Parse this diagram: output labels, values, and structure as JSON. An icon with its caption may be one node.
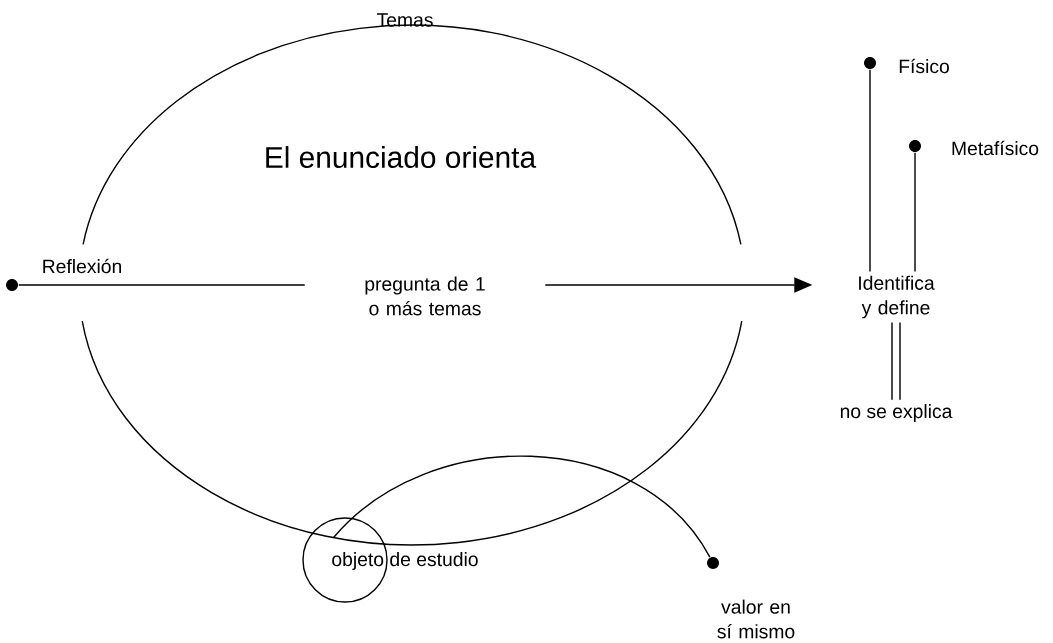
{
  "diagram": {
    "nodes": [
      {
        "text": [],
        "shape": "circle",
        "beside": [
          "Reflexión"
        ]
      },
      {
        "text": [
          "Identifica y define"
        ]
      },
      {
        "text": [],
        "shape": "circle",
        "beside": [
          "Físico"
        ]
      },
      {
        "text": [],
        "shape": "circle",
        "beside": [
          "Metafísico"
        ]
      },
      {
        "text": [
          "no se explica"
        ]
      },
      {
        "text": [
          "objeto de estudio"
        ]
      },
      {
        "text": [],
        "shape": "circle",
        "beside": [
          "valor en sí mismo"
        ]
      }
    ],
    "edges": [
      {
        "from": 0,
        "to": 1,
        "arrow": "to",
        "label": "pregunta de 1 o más temas"
      },
      {
        "from": 1,
        "to": 2,
        "arrow": "none"
      },
      {
        "from": 1,
        "to": 3,
        "arrow": "none"
      },
      {
        "from": 1,
        "to": 4,
        "arrow": "none"
      },
      {
        "from": 5,
        "to": 6,
        "arrow": "none"
      }
    ],
    "labels": [
      "Temas",
      "El enunciado orienta"
    ]
  }
}
